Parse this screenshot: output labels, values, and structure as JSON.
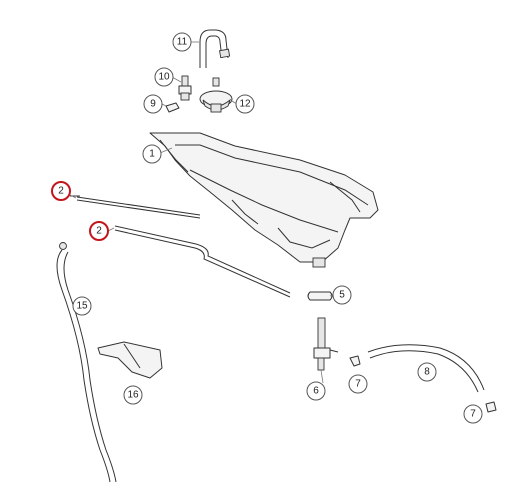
{
  "callouts": [
    {
      "id": "c11",
      "label": "11",
      "highlight": false
    },
    {
      "id": "c10",
      "label": "10",
      "highlight": false
    },
    {
      "id": "c9",
      "label": "9",
      "highlight": false
    },
    {
      "id": "c12",
      "label": "12",
      "highlight": false
    },
    {
      "id": "c1",
      "label": "1",
      "highlight": false
    },
    {
      "id": "c2a",
      "label": "2",
      "highlight": true
    },
    {
      "id": "c2b",
      "label": "2",
      "highlight": true
    },
    {
      "id": "c15",
      "label": "15",
      "highlight": false
    },
    {
      "id": "c5",
      "label": "5",
      "highlight": false
    },
    {
      "id": "c16",
      "label": "16",
      "highlight": false
    },
    {
      "id": "c6",
      "label": "6",
      "highlight": false
    },
    {
      "id": "c7a",
      "label": "7",
      "highlight": false
    },
    {
      "id": "c8",
      "label": "8",
      "highlight": false
    },
    {
      "id": "c7b",
      "label": "7",
      "highlight": false
    }
  ],
  "colors": {
    "highlight": "#c3161c",
    "line": "#333333",
    "fill": "#f4f4f4"
  }
}
